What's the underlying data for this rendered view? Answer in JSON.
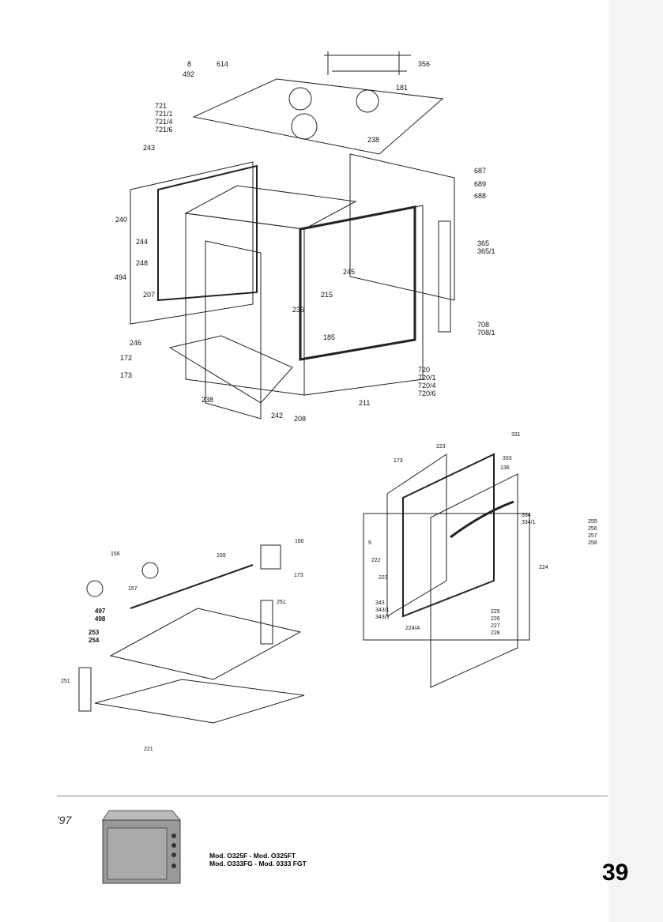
{
  "top_labels": [
    "8",
    "492",
    "614",
    "356",
    "181",
    "721\n721/1\n721/4\n721/6",
    "238",
    "243",
    "687",
    "689",
    "688",
    "240",
    "244",
    "365\n365/1",
    "248",
    "245",
    "494",
    "207",
    "215",
    "236",
    "708\n708/1",
    "185",
    "246",
    "172",
    "173",
    "720\n720/1\n720/4\n720/6",
    "238",
    "211",
    "242",
    "208"
  ],
  "door_labels": [
    "331",
    "223",
    "173",
    "333",
    "136",
    "334\n334/1",
    "255\n256\n257\n258",
    "9",
    "222",
    "224",
    "223",
    "343\n343/1\n343/3",
    "224/A",
    "225\n226\n227\n228"
  ],
  "rack_labels": [
    "156",
    "159",
    "160",
    "157",
    "173",
    "497\n498",
    "251",
    "253\n254",
    "251",
    "221"
  ],
  "footer": {
    "year": "'97",
    "models": "Mod. O325F - Mod. O325FT\nMod. O333FG - Mod. 0333 FGT",
    "page_number": "39"
  }
}
